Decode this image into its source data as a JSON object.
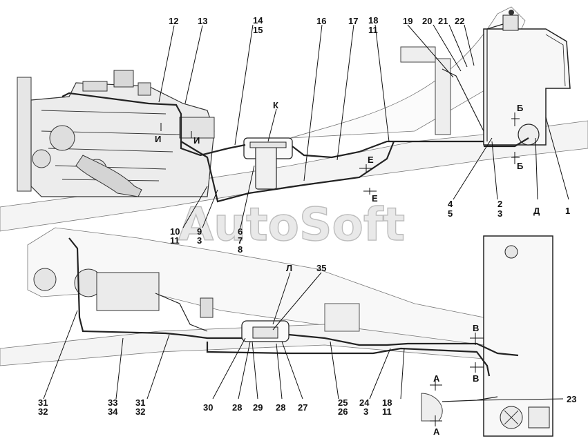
{
  "watermark": "AutoSoft",
  "callouts": [
    {
      "id": "c12",
      "text": "12"
    },
    {
      "id": "c13",
      "text": "13"
    },
    {
      "id": "c14",
      "text": "14"
    },
    {
      "id": "c15",
      "text": "15"
    },
    {
      "id": "c16",
      "text": "16"
    },
    {
      "id": "c17",
      "text": "17"
    },
    {
      "id": "c18a",
      "text": "18"
    },
    {
      "id": "c11a",
      "text": "11"
    },
    {
      "id": "c19",
      "text": "19"
    },
    {
      "id": "c20",
      "text": "20"
    },
    {
      "id": "c21",
      "text": "21"
    },
    {
      "id": "c22",
      "text": "22"
    },
    {
      "id": "cK",
      "text": "К"
    },
    {
      "id": "cI1",
      "text": "И"
    },
    {
      "id": "cI2",
      "text": "И"
    },
    {
      "id": "cB1",
      "text": "Б"
    },
    {
      "id": "cB2",
      "text": "Б"
    },
    {
      "id": "cE1",
      "text": "Е"
    },
    {
      "id": "cE2",
      "text": "Е"
    },
    {
      "id": "c4",
      "text": "4"
    },
    {
      "id": "c5",
      "text": "5"
    },
    {
      "id": "c2",
      "text": "2"
    },
    {
      "id": "c3a",
      "text": "3"
    },
    {
      "id": "cD",
      "text": "Д"
    },
    {
      "id": "c1",
      "text": "1"
    },
    {
      "id": "c10",
      "text": "10"
    },
    {
      "id": "c9",
      "text": "9"
    },
    {
      "id": "c11b",
      "text": "11"
    },
    {
      "id": "c3b",
      "text": "3"
    },
    {
      "id": "c6",
      "text": "6"
    },
    {
      "id": "c7",
      "text": "7"
    },
    {
      "id": "c8",
      "text": "8"
    },
    {
      "id": "cL",
      "text": "Л"
    },
    {
      "id": "c35",
      "text": "35"
    },
    {
      "id": "cV1",
      "text": "В"
    },
    {
      "id": "cV2",
      "text": "В"
    },
    {
      "id": "cA1",
      "text": "А"
    },
    {
      "id": "cA2",
      "text": "А"
    },
    {
      "id": "c23",
      "text": "23"
    },
    {
      "id": "c31a",
      "text": "31"
    },
    {
      "id": "c32a",
      "text": "32"
    },
    {
      "id": "c33",
      "text": "33"
    },
    {
      "id": "c34",
      "text": "34"
    },
    {
      "id": "c31b",
      "text": "31"
    },
    {
      "id": "c32b",
      "text": "32"
    },
    {
      "id": "c30",
      "text": "30"
    },
    {
      "id": "c28a",
      "text": "28"
    },
    {
      "id": "c29",
      "text": "29"
    },
    {
      "id": "c28b",
      "text": "28"
    },
    {
      "id": "c27",
      "text": "27"
    },
    {
      "id": "c25",
      "text": "25"
    },
    {
      "id": "c26",
      "text": "26"
    },
    {
      "id": "c24",
      "text": "24"
    },
    {
      "id": "c3c",
      "text": "3"
    },
    {
      "id": "c18b",
      "text": "18"
    },
    {
      "id": "c11c",
      "text": "11"
    }
  ]
}
